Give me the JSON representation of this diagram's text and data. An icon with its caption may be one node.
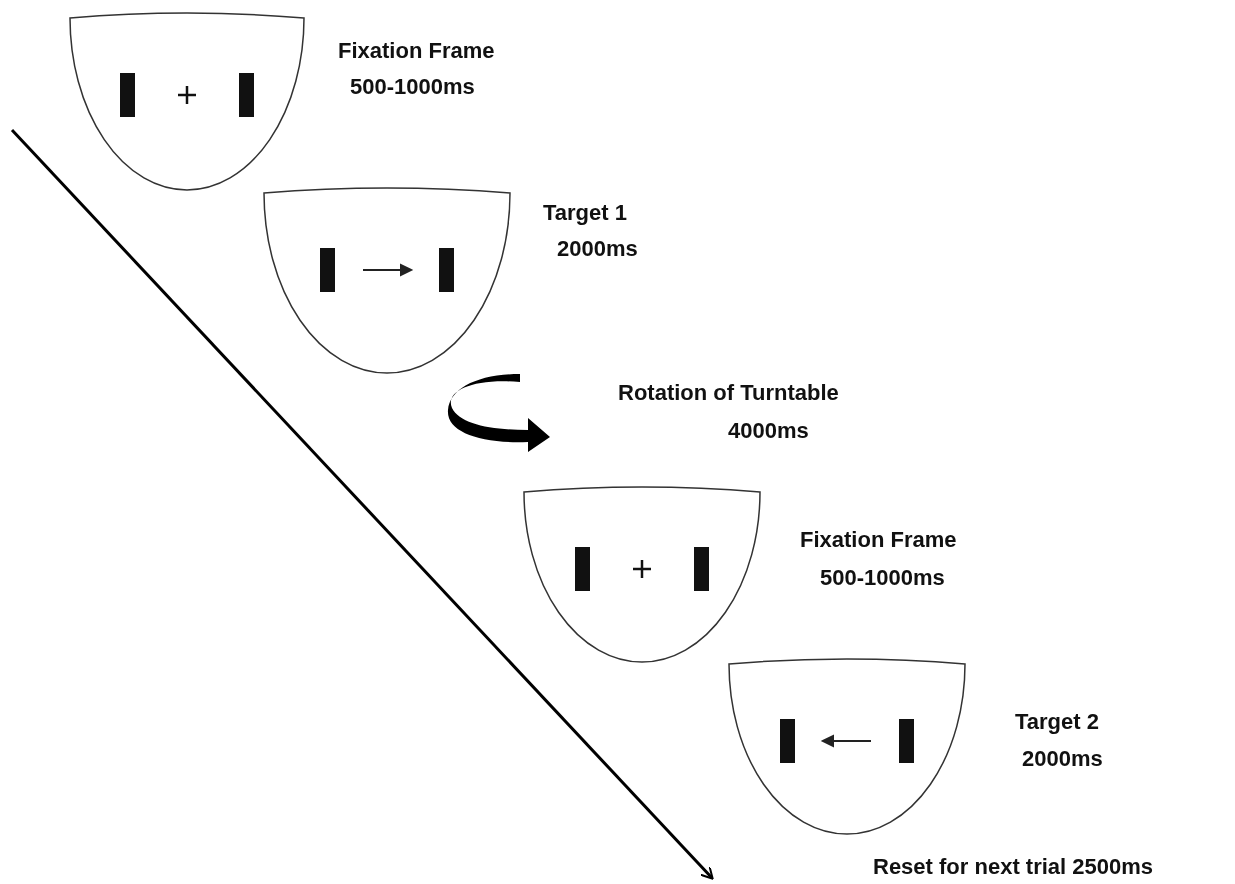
{
  "diagram": {
    "nodes": [
      {
        "text": [],
        "shape": "semicircle",
        "beside": [
          "Fixation Frame",
          "500-1000ms"
        ]
      },
      {
        "text": [],
        "shape": "semicircle",
        "beside": [
          "Target 1",
          "2000ms"
        ]
      },
      {
        "text": [],
        "shape": "semicircle",
        "beside": [
          "Fixation Frame",
          "500-1000ms"
        ]
      },
      {
        "text": [],
        "shape": "semicircle",
        "beside": [
          "Target 2",
          "2000ms"
        ]
      }
    ],
    "labels": [
      "Rotation of Turntable",
      "4000ms",
      "Reset for next trial 2500ms"
    ]
  }
}
